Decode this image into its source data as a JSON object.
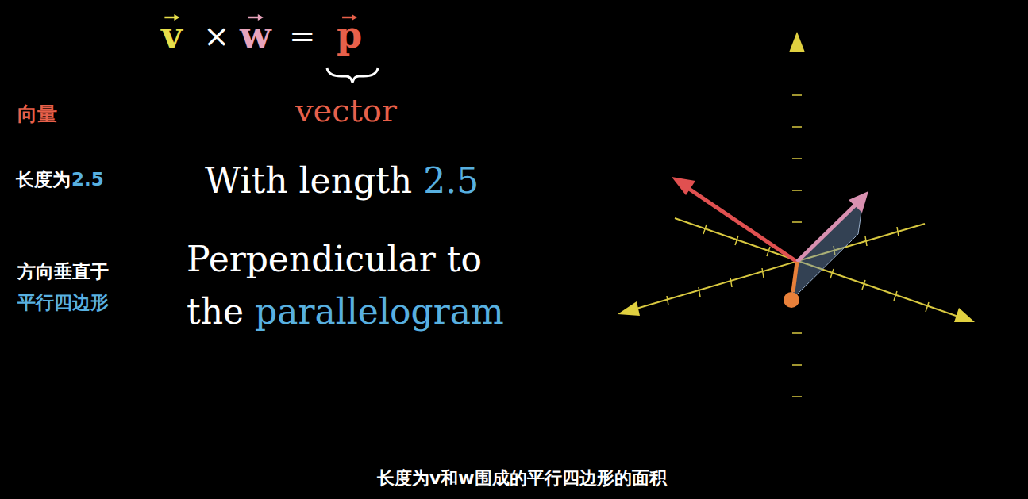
{
  "diagram": {
    "caption": "长度为v和w围成的平行四边形的面积",
    "labels": [
      "v",
      "×",
      "w",
      "=",
      "p",
      "vector",
      "向量",
      "长度为",
      "2.5",
      "With length",
      "2.5",
      "方向垂直于",
      "平行四边形",
      "Perpendicular to",
      "the",
      "parallelogram"
    ]
  }
}
